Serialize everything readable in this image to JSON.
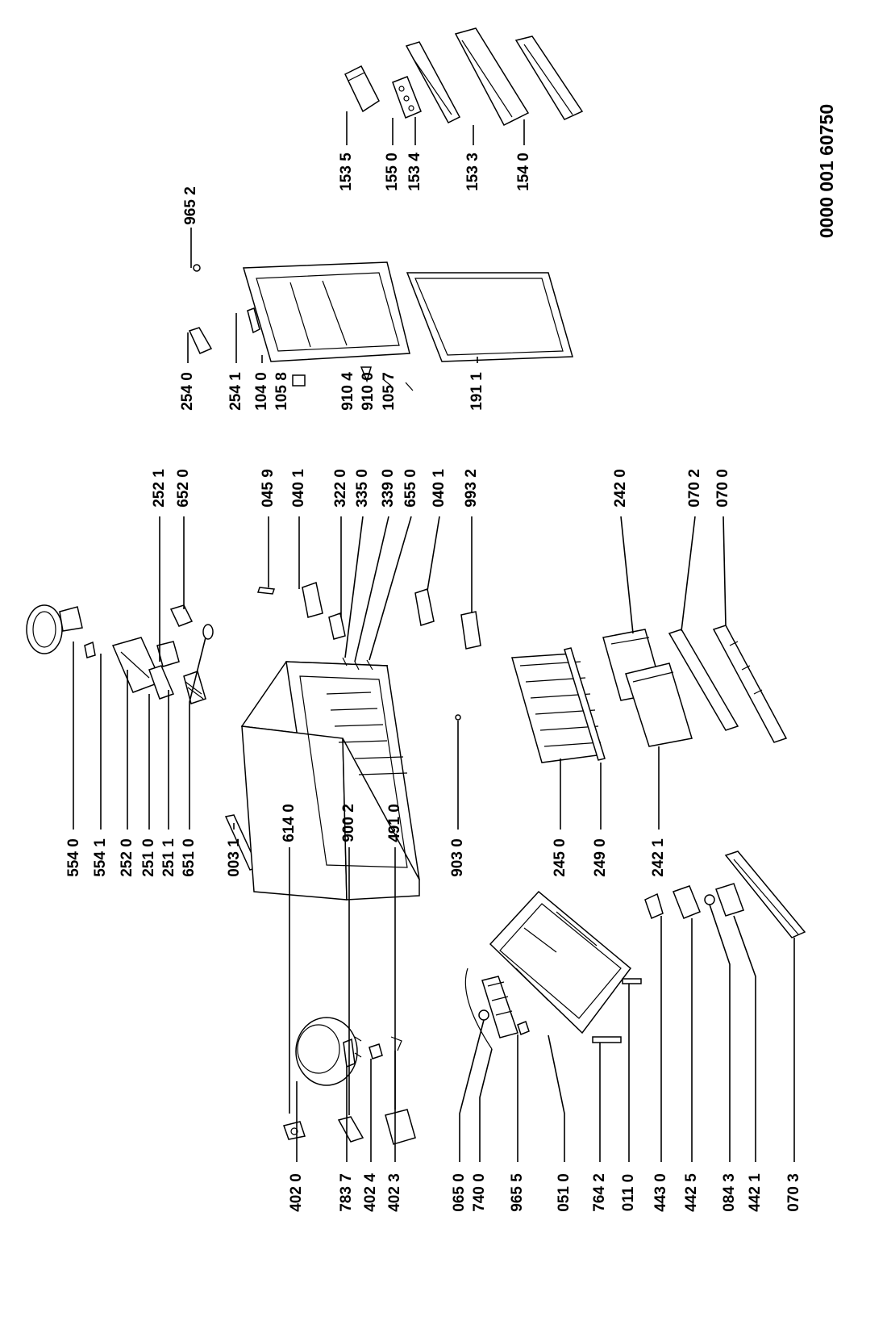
{
  "document_number": "0000 001 60750",
  "parts": [
    {
      "code": "554 0"
    },
    {
      "code": "554 1"
    },
    {
      "code": "252 0"
    },
    {
      "code": "251 0"
    },
    {
      "code": "251 1"
    },
    {
      "code": "651 0"
    },
    {
      "code": "003 1"
    },
    {
      "code": "903 0"
    },
    {
      "code": "245 0"
    },
    {
      "code": "249 0"
    },
    {
      "code": "242 1"
    },
    {
      "code": "252 1"
    },
    {
      "code": "652 0"
    },
    {
      "code": "045 9"
    },
    {
      "code": "040 1"
    },
    {
      "code": "322 0"
    },
    {
      "code": "335 0"
    },
    {
      "code": "339 0"
    },
    {
      "code": "655 0"
    },
    {
      "code": "040 1"
    },
    {
      "code": "993 2"
    },
    {
      "code": "242 0"
    },
    {
      "code": "070 2"
    },
    {
      "code": "070 0"
    },
    {
      "code": "254 0"
    },
    {
      "code": "254 1"
    },
    {
      "code": "104 0"
    },
    {
      "code": "105 8"
    },
    {
      "code": "910 4"
    },
    {
      "code": "910 0"
    },
    {
      "code": "105 7"
    },
    {
      "code": "191 1"
    },
    {
      "code": "965 2"
    },
    {
      "code": "153 5"
    },
    {
      "code": "155 0"
    },
    {
      "code": "153 4"
    },
    {
      "code": "153 3"
    },
    {
      "code": "154 0"
    },
    {
      "code": "614 0"
    },
    {
      "code": "900 2"
    },
    {
      "code": "491 0"
    },
    {
      "code": "402 0"
    },
    {
      "code": "783 7"
    },
    {
      "code": "402 4"
    },
    {
      "code": "402 3"
    },
    {
      "code": "065 0"
    },
    {
      "code": "740 0"
    },
    {
      "code": "965 5"
    },
    {
      "code": "051 0"
    },
    {
      "code": "764 2"
    },
    {
      "code": "011 0"
    },
    {
      "code": "443 0"
    },
    {
      "code": "442 5"
    },
    {
      "code": "084 3"
    },
    {
      "code": "442 1"
    },
    {
      "code": "070 3"
    }
  ]
}
